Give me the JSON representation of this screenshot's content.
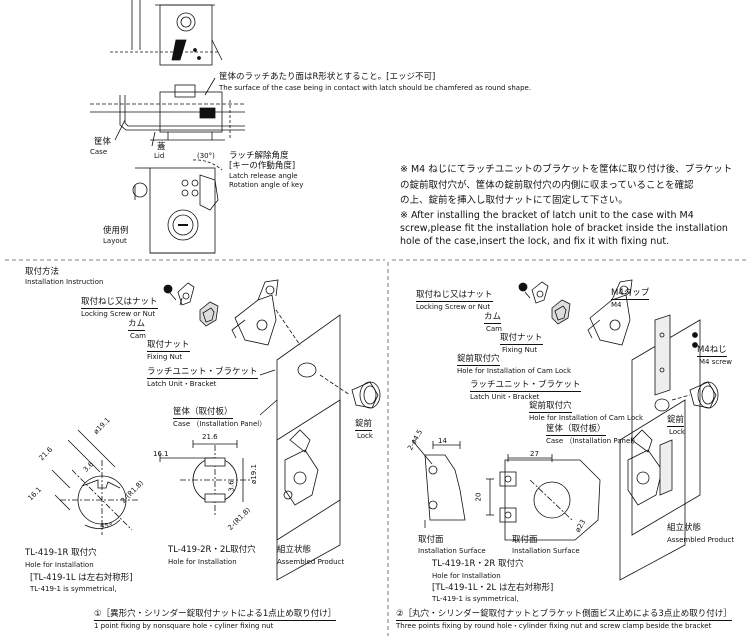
{
  "top": {
    "case_note_jp": "筐体のラッチあたり面はR形状とすること。[エッジ不可]",
    "case_note_en": "The surface of the case being in contact with latch should be chamfered as round shape.",
    "case_jp": "筐体",
    "case_en": "Case",
    "lid_jp": "蓋",
    "lid_en": "Lid",
    "angle": "(30°)",
    "release_jp1": "ラッチ解除角度",
    "release_jp2": "[キーの作動角度]",
    "release_en1": "Latch release angle",
    "release_en2": "Rotation angle of key",
    "layout_jp": "使用例",
    "layout_en": "Layout"
  },
  "notes": {
    "jp1": "※ M4 ねじにてラッチユニットのブラケットを筐体に取り付け後、ブラケット",
    "jp2": "の錠前取付穴が、筐体の錠前取付穴の内側に収まっていることを確認",
    "jp3": "の上、錠前を挿入し取付ナットにて固定して下さい。",
    "en1": "※ After installing the bracket of latch unit to the case with M4",
    "en2": "screw,please fit the installation hole of bracket inside the installation",
    "en3": "hole of the case,insert the lock, and fix it with fixing nut."
  },
  "left": {
    "inst_jp": "取付方法",
    "inst_en": "Installation Instruction",
    "screw_jp": "取付ねじ又はナット",
    "screw_en": "Locking Screw or Nut",
    "cam_jp": "カム",
    "cam_en": "Cam",
    "nut_jp": "取付ナット",
    "nut_en": "Fixing Nut",
    "latch_jp": "ラッチユニット・ブラケット",
    "latch_en": "Latch Unit・Bracket",
    "panel_jp": "筐体（取付板）",
    "panel_en": "Case （Installation Panel）",
    "lock_jp": "錠前",
    "lock_en": "Lock",
    "hole1_jp": "TL-419-1R 取付穴",
    "hole1_en": "Hole for Installation",
    "sym_jp": "[TL-419-1L は左右対称形]",
    "sym_en": "TL-419-1 is symmetrical,",
    "hole2_jp": "TL-419-2R・2L取付穴",
    "hole2_en": "Hole for Installation",
    "asm_jp": "組立状態",
    "asm_en": "Assembled Product",
    "cap_jp": "①［異形穴・シリンダー錠取付ナットによる1点止め取り付け］",
    "cap_en": "1 point fixing by nonsquare hole・cyliner fixing nut",
    "d1": "21.6",
    "d2": "3.6",
    "d3": "16.1",
    "d4": "ø19.1",
    "d5": "45°",
    "d6": "2-(R1.8)",
    "d7": "21.6",
    "d8": "16.1",
    "d9": "ø19.1",
    "d10": "3.6",
    "d11": "2-(R1.8)"
  },
  "right": {
    "screw_jp": "取付ねじ又はナット",
    "screw_en": "Locking Screw or Nut",
    "tap_jp": "M4タップ",
    "tap_en": "M4",
    "cam_jp": "カム",
    "cam_en": "Cam",
    "nut_jp": "取付ナット",
    "nut_en": "Fixing Nut",
    "m4_jp": "M4ねじ",
    "m4_en": "M4 screw",
    "lockhole_jp": "錠前取付穴",
    "lockhole_en": "Hole for Installation of Cam Lock",
    "latch_jp": "ラッチユニット・ブラケット",
    "latch_en": "Latch Unit・Bracket",
    "lockhole2_jp": "錠前取付穴",
    "lockhole2_en": "Hole for Installation of Cam Lock",
    "panel_jp": "筐体（取付板）",
    "panel_en": "Case （Installation Panel）",
    "lock_jp": "錠前",
    "lock_en": "Lock",
    "surf_jp": "取付面",
    "surf_en": "Installation Surface",
    "surf2_jp": "取付面",
    "surf2_en": "Installation Surface",
    "hole_jp": "TL-419-1R・2R 取付穴",
    "hole_en": "Hole for Installation",
    "sym_jp": "[TL-419-1L・2L は左右対称形]",
    "sym_en": "TL-419-1 is symmetrical,",
    "asm_jp": "組立状態",
    "asm_en": "Assembled Product",
    "cap_jp": "②［丸穴・シリンダー錠取付ナットとブラケット側面ビス止めによる3点止め取り付け］",
    "cap_en": "Three points fixing by round hole・cylinder fixing nut and screw clamp beside the bracket",
    "d1": "2-ø4.5",
    "d2": "14",
    "d3": "27",
    "d4": "20",
    "d5": "ø23"
  }
}
